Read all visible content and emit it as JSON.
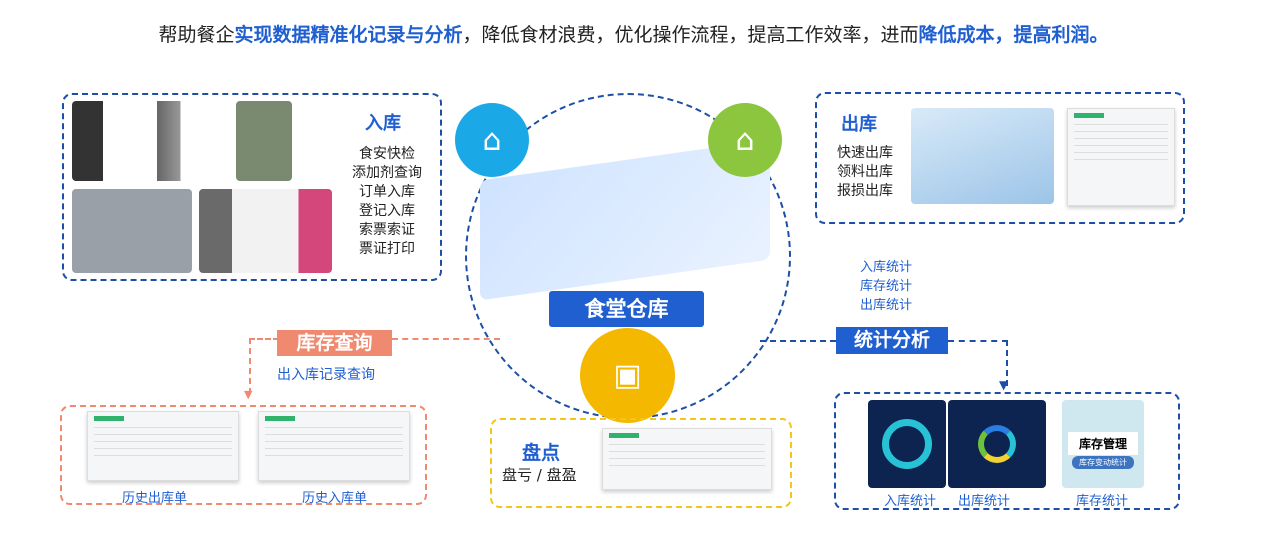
{
  "headline": {
    "p1": "帮助餐企",
    "h1": "实现数据精准化记录与分析",
    "p2": "，降低食材浪费，优化操作流程，提高工作效率，进而",
    "h2": "降低成本，提高利润。"
  },
  "center": {
    "label": "食堂仓库"
  },
  "inbound": {
    "title": "入库",
    "items": [
      "食安快检",
      "添加剂查询",
      "订单入库",
      "登记入库",
      "索票索证",
      "票证打印"
    ]
  },
  "outbound": {
    "title": "出库",
    "items": [
      "快速出库",
      "领料出库",
      "报损出库"
    ]
  },
  "stats": {
    "items": [
      "入库统计",
      "库存统计",
      "出库统计"
    ],
    "label": "统计分析",
    "captions": [
      "入库统计",
      "出库统计",
      "库存统计"
    ],
    "card_title": "库存管理",
    "card_button": "库存变动统计"
  },
  "query": {
    "label": "库存查询",
    "sub": "出入库记录查询",
    "captions": [
      "历史出库单",
      "历史入库单"
    ]
  },
  "inventory": {
    "title": "盘点",
    "sub": "盘亏 / 盘盈"
  },
  "colors": {
    "blue": "#1f5fd0",
    "salmon": "#ef8a70",
    "yellow": "#f5b800",
    "green": "#8cc63f",
    "cyan": "#1aa9e6"
  }
}
